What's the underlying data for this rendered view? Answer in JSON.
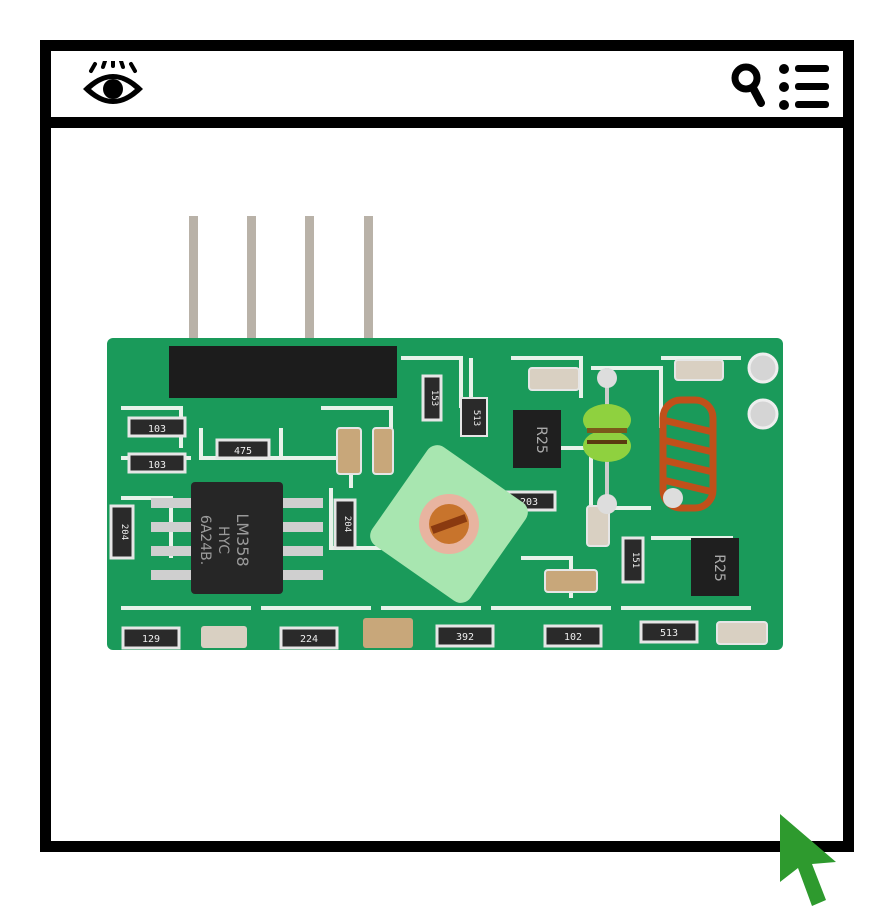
{
  "window": {
    "icons": {
      "left": "eye-icon",
      "search": "search-icon",
      "menu": "list-menu-icon"
    },
    "cursor_icon": "arrow-cursor-icon"
  },
  "photo": {
    "ic_label_1": "LM358",
    "ic_label_2": "HYC",
    "ic_label_3": "6A24B.",
    "transistor_1": "R25",
    "transistor_2": "R25",
    "resistors": {
      "r103a": "103",
      "r103b": "103",
      "r475": "475",
      "r153": "153",
      "r513a": "513",
      "r204a": "204",
      "r204b": "204",
      "r203": "203",
      "r151": "151",
      "r129": "129",
      "r224": "224",
      "r392": "392",
      "r102": "102",
      "r513b": "513"
    }
  },
  "colors": {
    "frame": "#000000",
    "pcb": "#1a9a5a",
    "pcb_dark": "#127a44",
    "cursor": "#2e9a2e",
    "coil": "#c0501a",
    "inductor": "#8fd13f"
  }
}
